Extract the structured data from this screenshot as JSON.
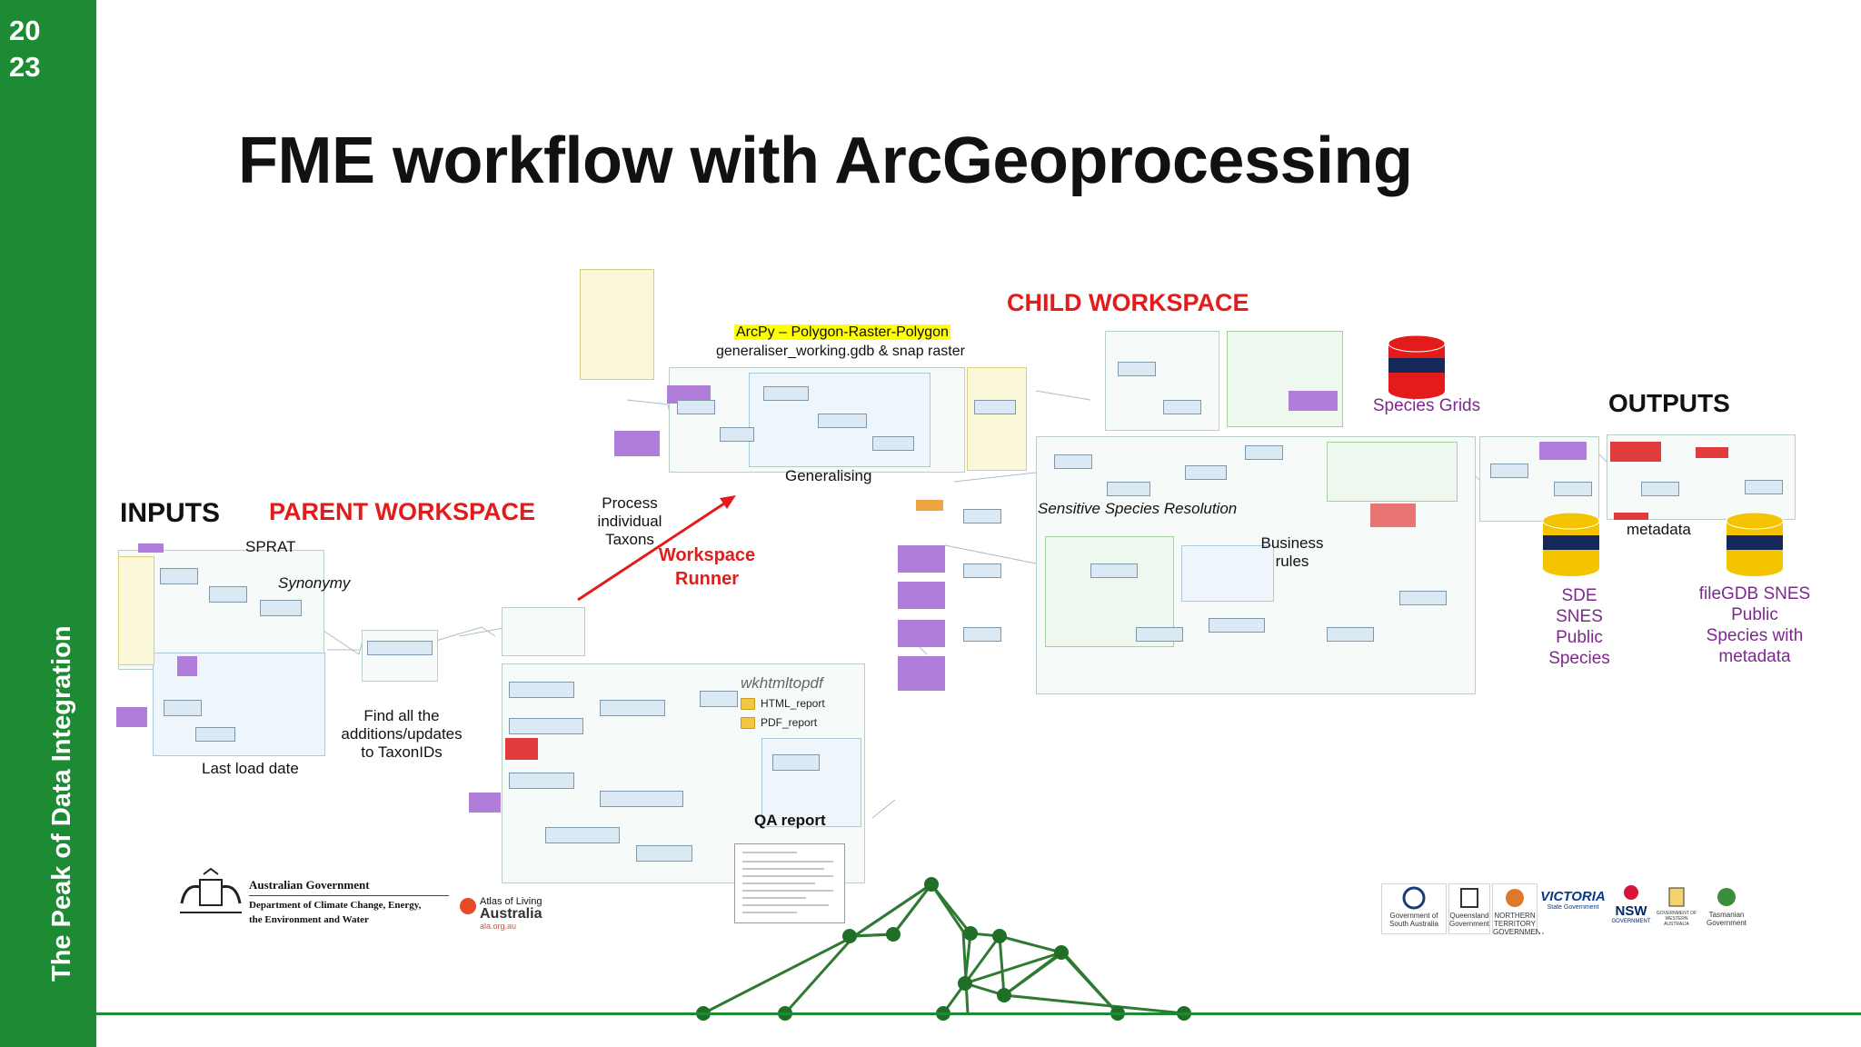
{
  "sidebar": {
    "year_top": "20",
    "year_bottom": "23",
    "vertical_text": "The Peak of Data Integration"
  },
  "title": "FME workflow with ArcGeoprocessing",
  "headings": {
    "inputs": "INPUTS",
    "parent_workspace": "PARENT WORKSPACE",
    "child_workspace": "CHILD WORKSPACE",
    "outputs": "OUTPUTS"
  },
  "labels": {
    "sprat": "SPRAT",
    "synonymy": "Synonymy",
    "last_load_date": "Last load date",
    "find_all_line1": "Find all the",
    "find_all_line2": "additions/updates",
    "find_all_line3": "to TaxonIDs",
    "process_line1": "Process",
    "process_line2": "individual",
    "process_line3": "Taxons",
    "workspace_runner_line1": "Workspace",
    "workspace_runner_line2": "Runner",
    "arcpy_highlight": "ArcPy – Polygon-Raster-Polygon",
    "arcpy_sub": "generaliser_working.gdb & snap raster",
    "generalising": "Generalising",
    "sensitive": "Sensitive Species Resolution",
    "business_line1": "Business",
    "business_line2": "rules",
    "wkhtmltopdf": "wkhtmltopdf",
    "html_report": "HTML_report",
    "pdf_report": "PDF_report",
    "qa_report": "QA report",
    "species_grids": "Species Grids",
    "metadata": "metadata",
    "sde_line1": "SDE",
    "sde_line2": "SNES",
    "sde_line3": "Public",
    "sde_line4": "Species",
    "filegdb_line1": "fileGDB SNES",
    "filegdb_line2": "Public",
    "filegdb_line3": "Species with",
    "filegdb_line4": "metadata"
  },
  "logos": {
    "aus_gov": "Australian Government",
    "dept_line1": "Department of Climate Change, Energy,",
    "dept_line2": "the Environment and Water",
    "ala_line1": "Atlas of Living",
    "ala_line2": "Australia",
    "ala_url": "ala.org.au",
    "sa": "Government of South Australia",
    "qld": "Queensland Government",
    "nt": "NORTHERN TERRITORY GOVERNMENT",
    "vic": "VICTORIA",
    "vic_sub": "State Government",
    "nsw": "NSW",
    "nsw_sub": "GOVERNMENT",
    "wa": "GOVERNMENT OF WESTERN AUSTRALIA",
    "tas": "Tasmanian Government"
  },
  "colors": {
    "brand_green": "#1d8a34",
    "heading_red": "#e31b1b",
    "output_purple": "#7b2a8c",
    "db_yellow": "#f5c400",
    "db_navy": "#14285a",
    "db_red": "#e31b1b"
  }
}
